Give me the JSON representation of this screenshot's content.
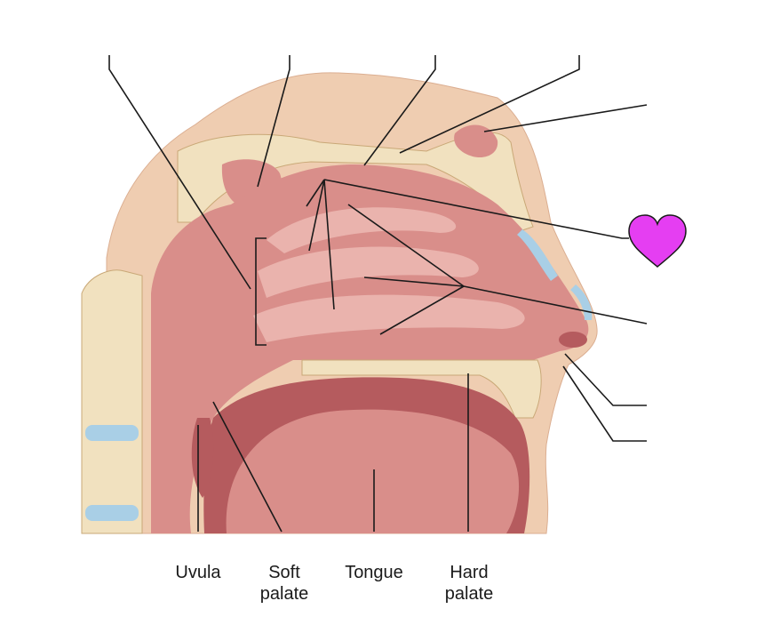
{
  "labels": {
    "uvula": "Uvula",
    "soft_palate": "Soft\npalate",
    "tongue": "Tongue",
    "hard_palate": "Hard\npalate"
  },
  "colors": {
    "tissue": "#d98e8a",
    "tissue_dark": "#b55b5e",
    "tissue_light": "#eab3ad",
    "bone": "#f1e1bf",
    "bone_dark": "#c9a877",
    "skin": "#efcdb1",
    "skin_shadow": "#dbae91",
    "cartilage": "#a9cfe6",
    "heart": "#e53ef2",
    "leader": "#1a1a1a"
  },
  "marker": {
    "icon": "heart-icon"
  }
}
